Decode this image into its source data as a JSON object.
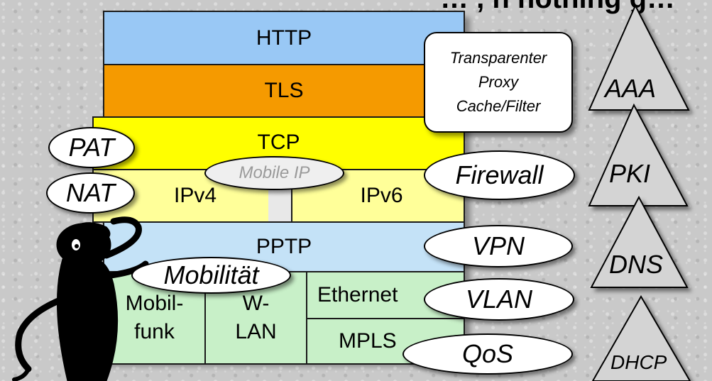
{
  "headline": "… , n nothing g…",
  "layers": {
    "http": "HTTP",
    "tls": "TLS",
    "tcp": "TCP",
    "ipv4": "IPv4",
    "ipv6": "IPv6",
    "pptp": "PPTP",
    "mobilfunk": "Mobil-\nfunk",
    "wlan": "W-\nLAN",
    "ethernet": "Ethernet",
    "mpls": "MPLS"
  },
  "callouts": {
    "proxy": "Transparenter\nProxy\nCache/Filter",
    "pat": "PAT",
    "nat": "NAT",
    "mobile_ip": "Mobile IP",
    "firewall": "Firewall",
    "vpn": "VPN",
    "mobilitaet": "Mobilität",
    "vlan": "VLAN",
    "qos": "QoS"
  },
  "services": {
    "aaa": "AAA",
    "pki": "PKI",
    "dns": "DNS",
    "dhcp": "DHCP"
  },
  "colors": {
    "http": "#99c8f5",
    "tls": "#f59a00",
    "tcp": "#ffff00",
    "ip": "#ffff99",
    "pptp": "#c4e2f7",
    "link": "#c8f0c8",
    "triangle": "#d4d4d4"
  }
}
